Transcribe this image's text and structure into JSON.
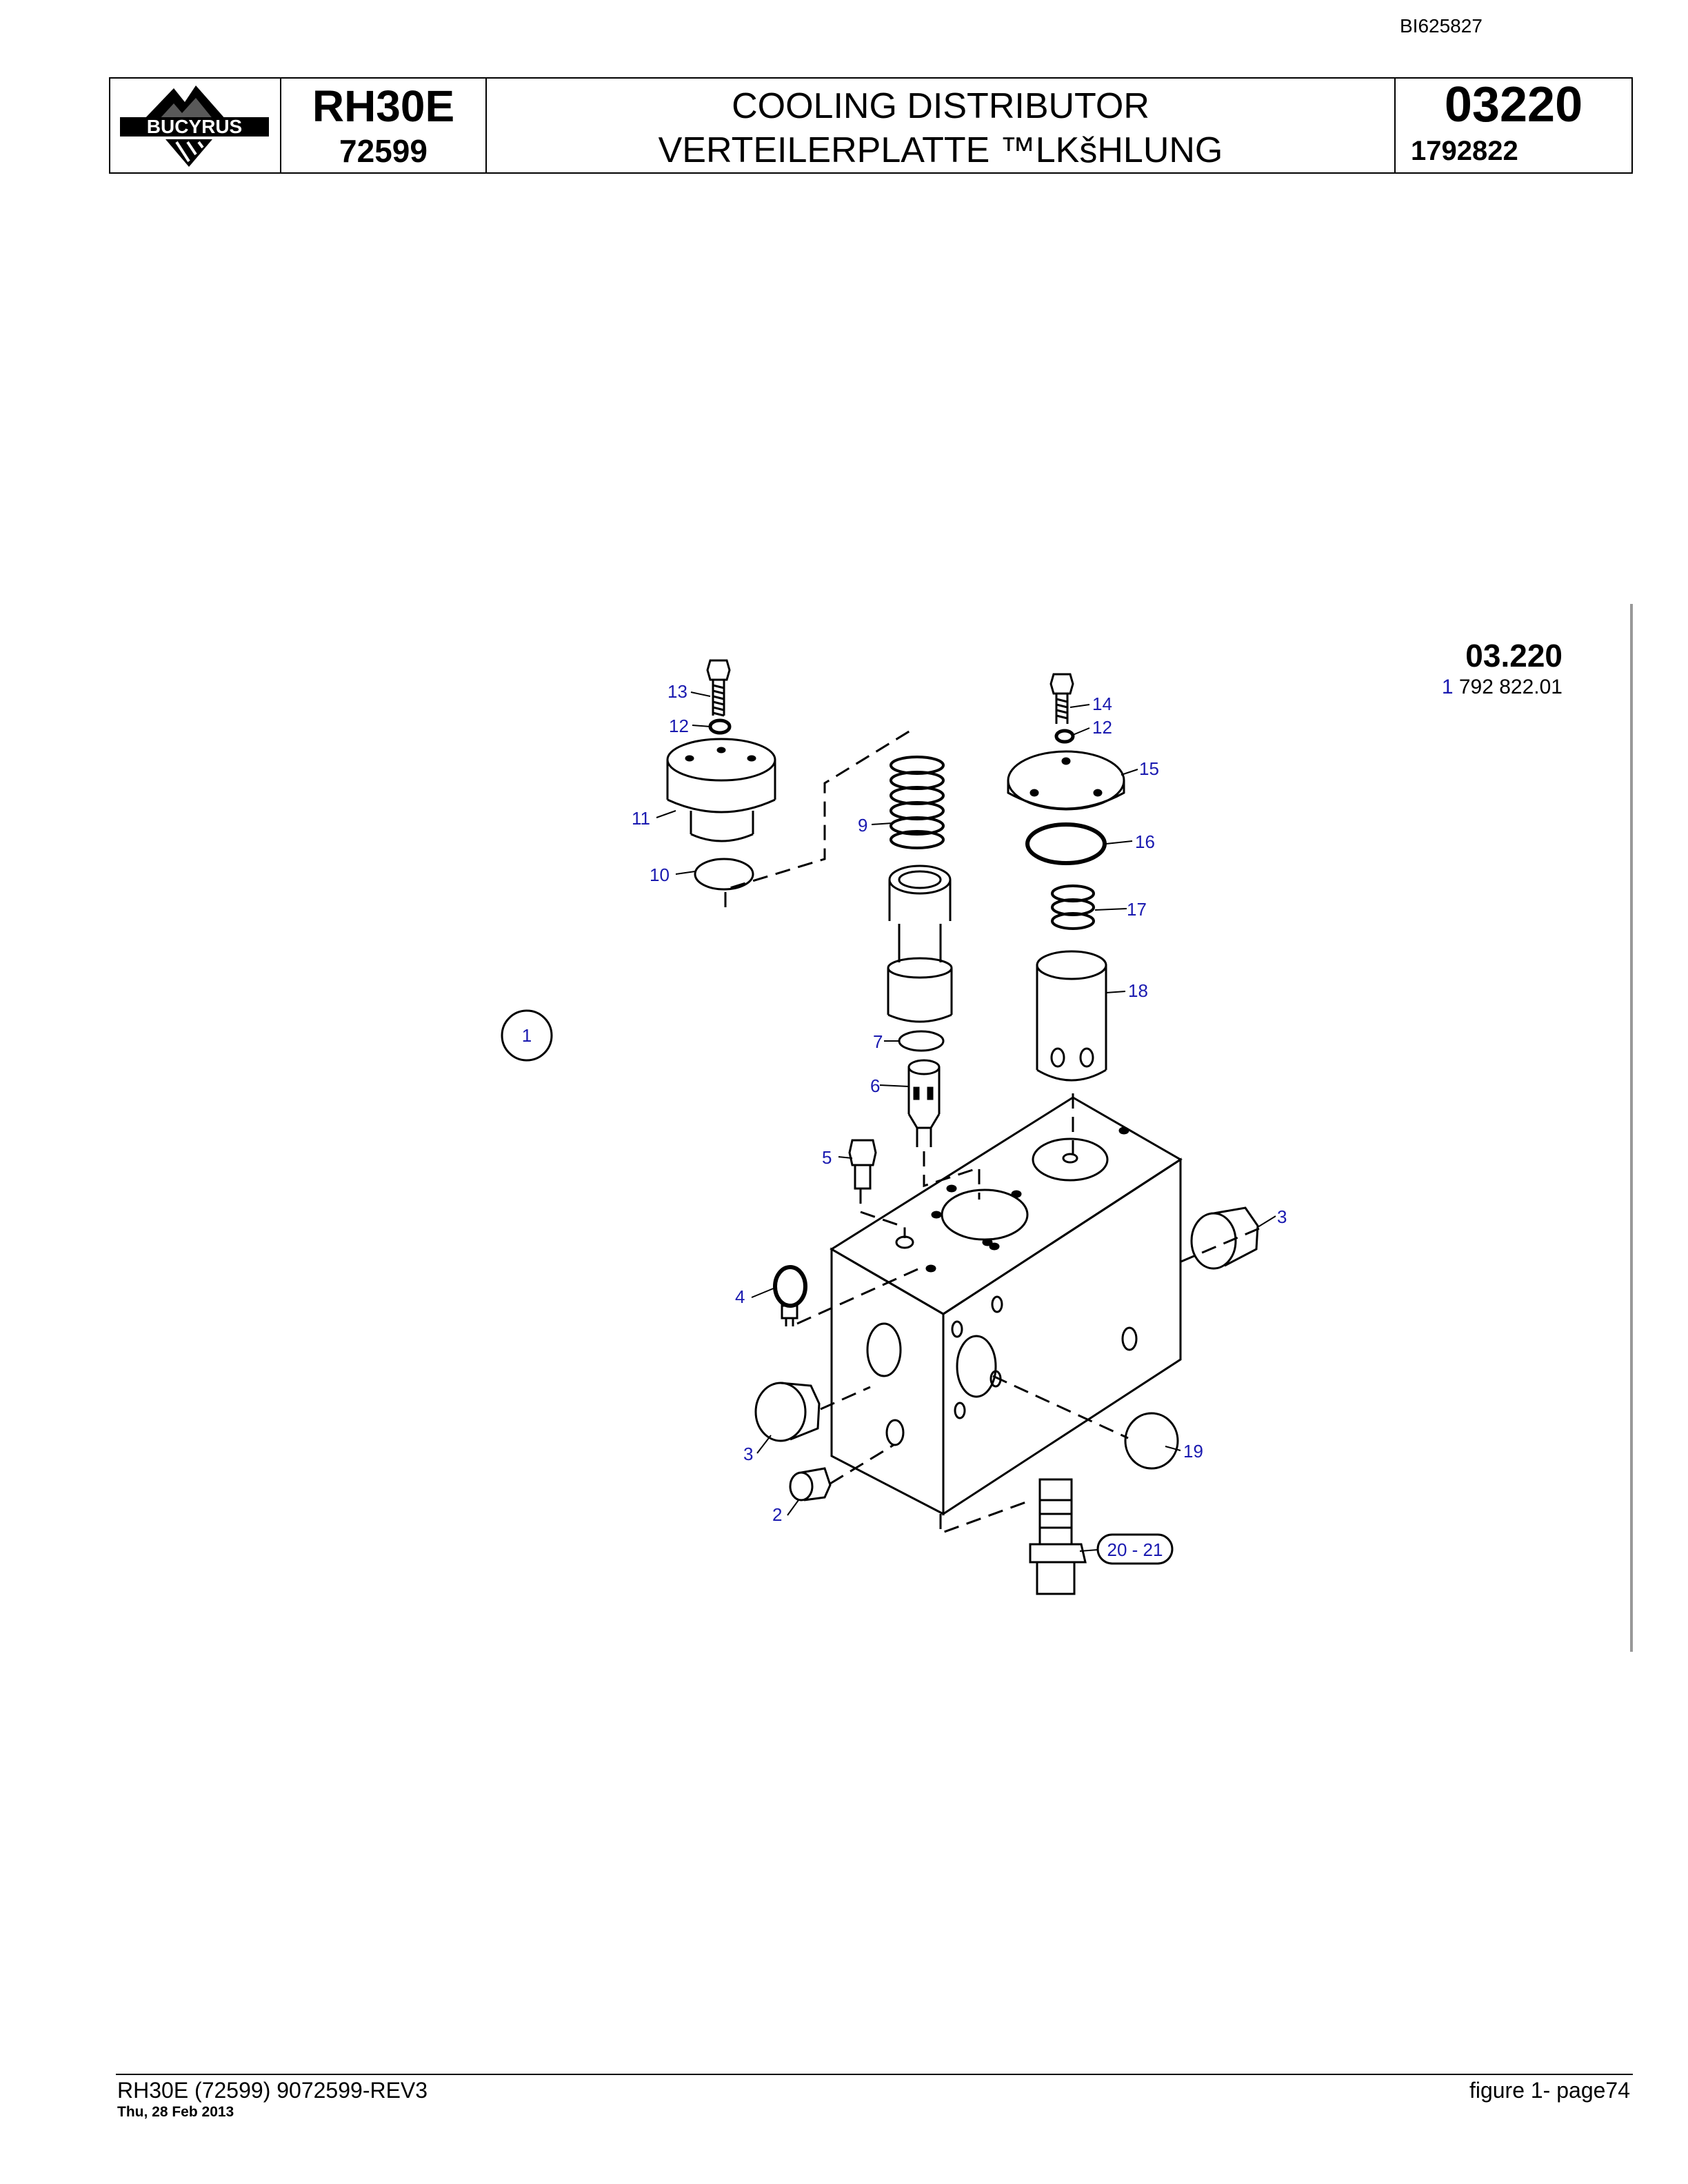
{
  "header": {
    "doc_id": "BI625827",
    "logo_text": "BUCYRUS",
    "model": "RH30E",
    "serial": "72599",
    "title_en": "COOLING DISTRIBUTOR",
    "title_de": "VERTEILERPLATTE ™LKšHLUNG",
    "section_number": "03220",
    "part_number": "1792822"
  },
  "drawing": {
    "section_ref": "03.220",
    "ref_index": "1",
    "ref_number": "792 822.01",
    "assembly_item": "1",
    "callouts": {
      "c2": "2",
      "c3a": "3",
      "c3b": "3",
      "c4": "4",
      "c5": "5",
      "c6": "6",
      "c7": "7",
      "c9": "9",
      "c10": "10",
      "c11": "11",
      "c12a": "12",
      "c12b": "12",
      "c13": "13",
      "c14": "14",
      "c15": "15",
      "c16": "16",
      "c17": "17",
      "c18": "18",
      "c19": "19",
      "c20_21": "20 - 21"
    }
  },
  "footer": {
    "doc_ref": "RH30E (72599) 9072599-REV3",
    "date": "Thu, 28 Feb 2013",
    "figure": "figure  1- page74"
  }
}
